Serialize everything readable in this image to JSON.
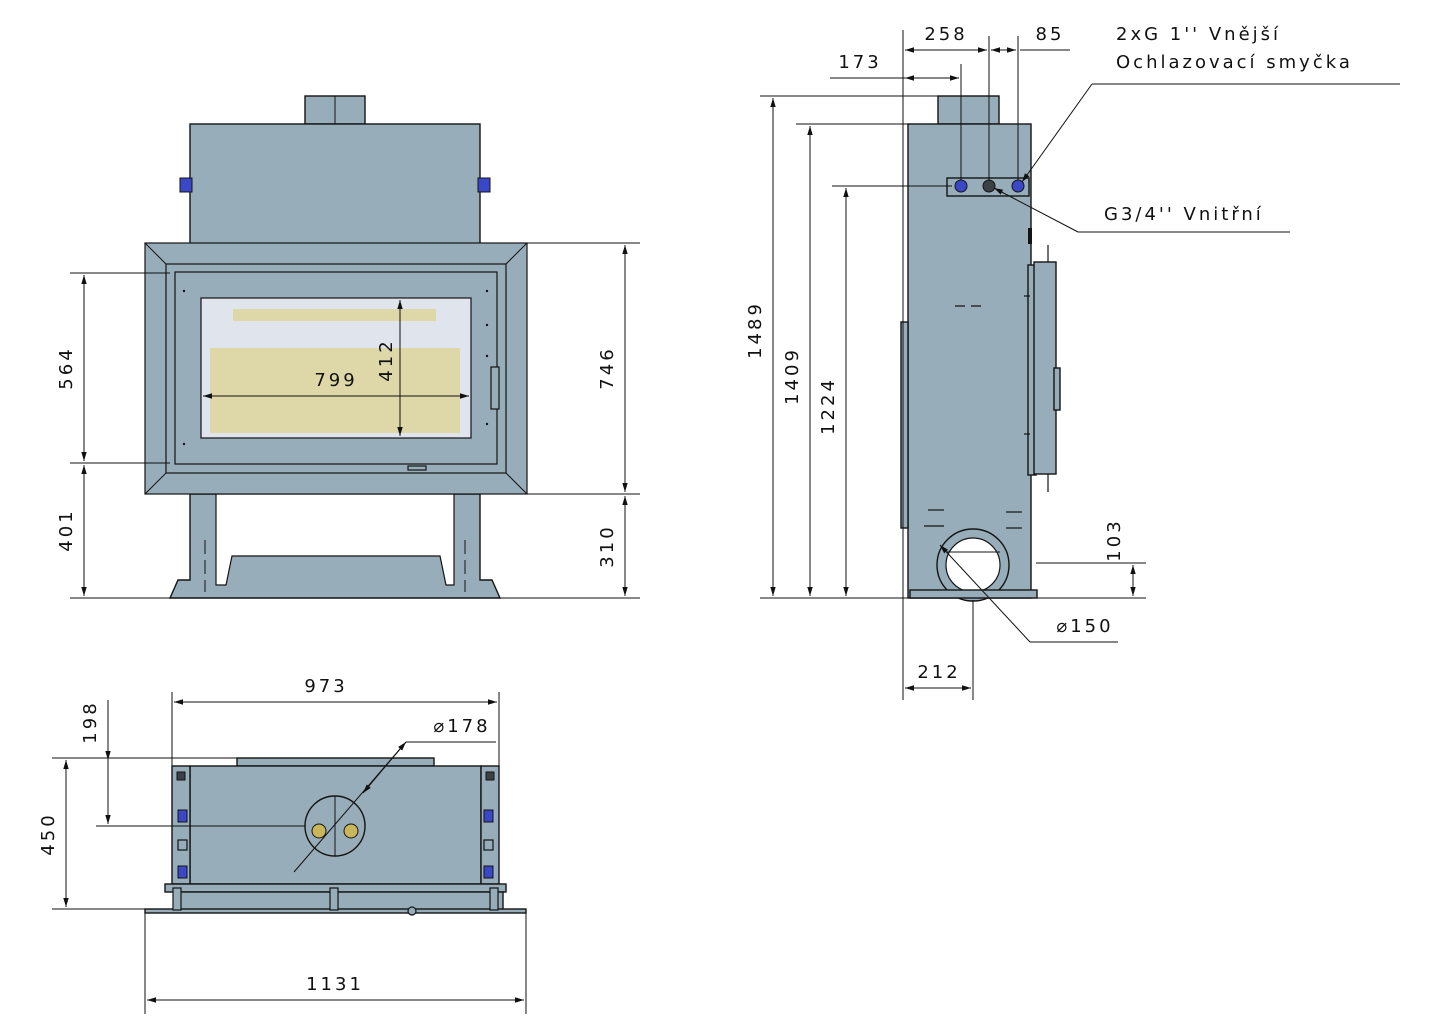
{
  "colors": {
    "body": "#97adb9",
    "glass": "#e0e4ec",
    "flame": "#ded8a8",
    "fitting_outer": "#3a48c8",
    "fitting_inner": "#3b4046",
    "flue_connection": "#c9b65a"
  },
  "front_view": {
    "dims": {
      "opening_height": "564",
      "legs_height": "401",
      "frame_height": "746",
      "frame_to_floor": "310",
      "glass_width": "799",
      "glass_height": "412"
    }
  },
  "side_view": {
    "dims": {
      "total_height": "1489",
      "body_height": "1409",
      "fitting_height": "1224",
      "outlet_height": "103",
      "pipe_spacing": "258",
      "pipe_offset": "85",
      "first_pipe": "173",
      "outlet_offset": "212",
      "outlet_diameter": "⌀150"
    },
    "notes": {
      "external_thread_line1": "2xG 1'' Vnější",
      "external_thread_line2": "Ochlazovací smyčka",
      "internal_thread": "G3/4'' Vnitřní"
    }
  },
  "top_view": {
    "dims": {
      "body_width": "973",
      "depth": "450",
      "flue_offset": "198",
      "flue_diameter": "⌀178",
      "base_width": "1131"
    }
  }
}
